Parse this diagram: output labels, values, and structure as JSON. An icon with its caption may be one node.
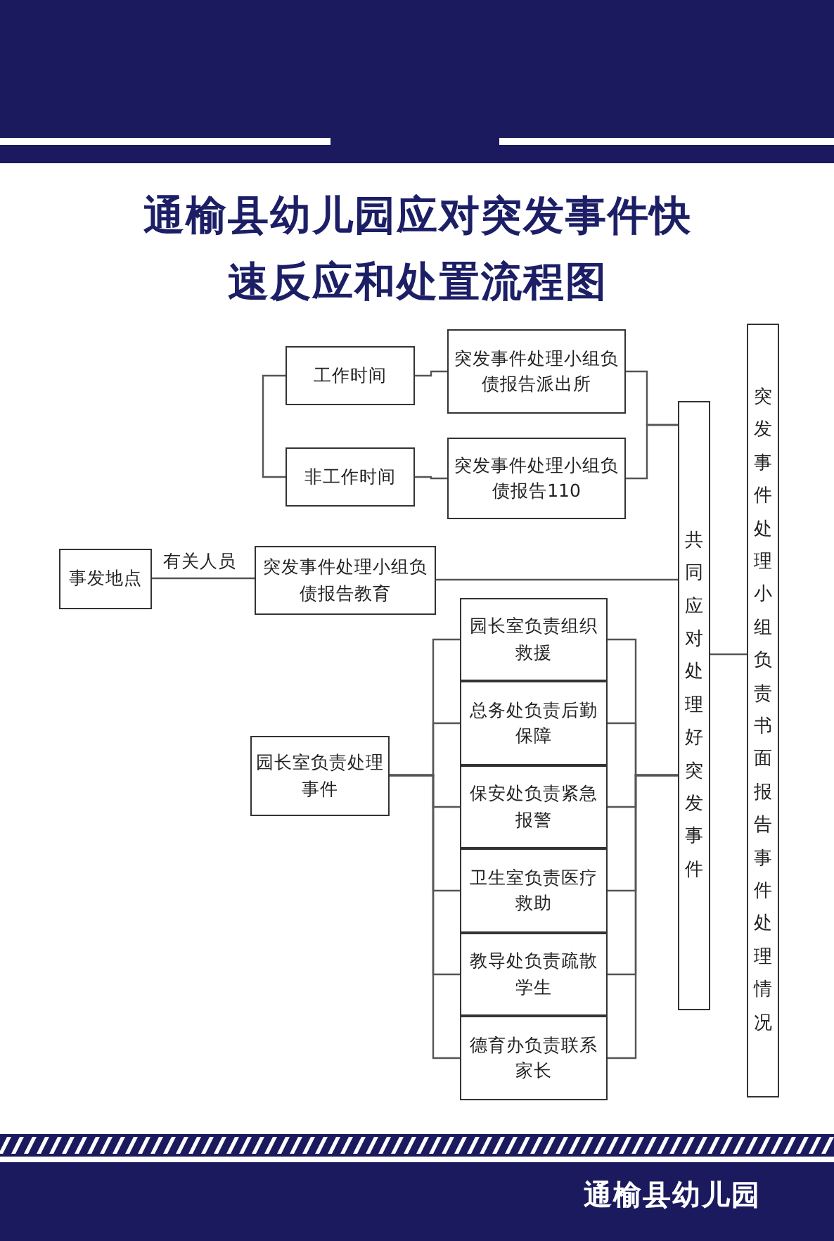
{
  "diagram": {
    "title": "通榆县幼儿园应对突发事件快速反应和处置流程图",
    "nodes": [
      {
        "text": [
          "事发地点"
        ]
      },
      {
        "text": [
          "突发事件处理小组负债报告教育"
        ]
      },
      {
        "text": [
          "工作时间"
        ]
      },
      {
        "text": [
          "非工作时间"
        ]
      },
      {
        "text": [
          "突发事件处理小组负债报告派出所"
        ]
      },
      {
        "text": [
          "突发事件处理小组负债报告110"
        ]
      },
      {
        "text": [
          "园长室负责处理事件"
        ]
      },
      {
        "text": [
          "园长室负责组织救援"
        ]
      },
      {
        "text": [
          "总务处负责后勤保障"
        ]
      },
      {
        "text": [
          "保安处负责紧急报警"
        ]
      },
      {
        "text": [
          "卫生室负责医疗救助"
        ]
      },
      {
        "text": [
          "教导处负责疏散学生"
        ]
      },
      {
        "text": [
          "德育办负责联系家长"
        ]
      },
      {
        "text": [
          "共同应对处理好突发事件"
        ]
      },
      {
        "text": [
          "突发事件处理小组负责书面报告事件处理情况"
        ]
      }
    ],
    "edges": [
      {
        "from": 0,
        "to": 1,
        "arrow": "none",
        "label": "有关人员"
      },
      {
        "from": 2,
        "to": 3,
        "arrow": "none"
      },
      {
        "from": 2,
        "to": 4,
        "arrow": "none"
      },
      {
        "from": 3,
        "to": 5,
        "arrow": "none"
      },
      {
        "from": 4,
        "to": 13,
        "arrow": "none"
      },
      {
        "from": 5,
        "to": 13,
        "arrow": "none"
      },
      {
        "from": 1,
        "to": 13,
        "arrow": "none"
      },
      {
        "from": 6,
        "to": 7,
        "arrow": "none"
      },
      {
        "from": 6,
        "to": 8,
        "arrow": "none"
      },
      {
        "from": 6,
        "to": 9,
        "arrow": "none"
      },
      {
        "from": 6,
        "to": 10,
        "arrow": "none"
      },
      {
        "from": 6,
        "to": 11,
        "arrow": "none"
      },
      {
        "from": 6,
        "to": 12,
        "arrow": "none"
      },
      {
        "from": 7,
        "to": 13,
        "arrow": "none"
      },
      {
        "from": 8,
        "to": 13,
        "arrow": "none"
      },
      {
        "from": 9,
        "to": 13,
        "arrow": "none"
      },
      {
        "from": 10,
        "to": 13,
        "arrow": "none"
      },
      {
        "from": 11,
        "to": 13,
        "arrow": "none"
      },
      {
        "from": 12,
        "to": 13,
        "arrow": "none"
      },
      {
        "from": 13,
        "to": 14,
        "arrow": "none"
      }
    ],
    "labels": [
      "通榆县幼儿园"
    ]
  }
}
